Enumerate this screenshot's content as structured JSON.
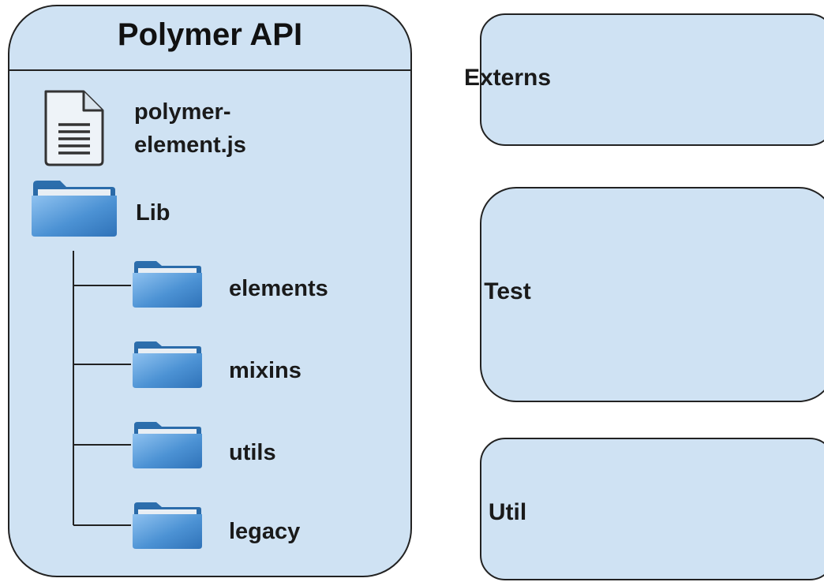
{
  "main": {
    "title": "Polymer API",
    "file": {
      "label_line1": "polymer-",
      "label_line2": "element.js",
      "icon": "document-icon"
    },
    "lib": {
      "label": "Lib",
      "icon": "folder-icon"
    },
    "subfolders": [
      {
        "label": "elements",
        "icon": "folder-icon"
      },
      {
        "label": "mixins",
        "icon": "folder-icon"
      },
      {
        "label": "utils",
        "icon": "folder-icon"
      },
      {
        "label": "legacy",
        "icon": "folder-icon"
      }
    ]
  },
  "side_panels": [
    {
      "label": "Externs"
    },
    {
      "label": "Test"
    },
    {
      "label": "Util"
    }
  ],
  "colors": {
    "panel_fill": "#cfe2f3",
    "border": "#222222",
    "folder_front": "#4a8fd0",
    "folder_back": "#2a69a8",
    "text": "#1a1a1a"
  }
}
